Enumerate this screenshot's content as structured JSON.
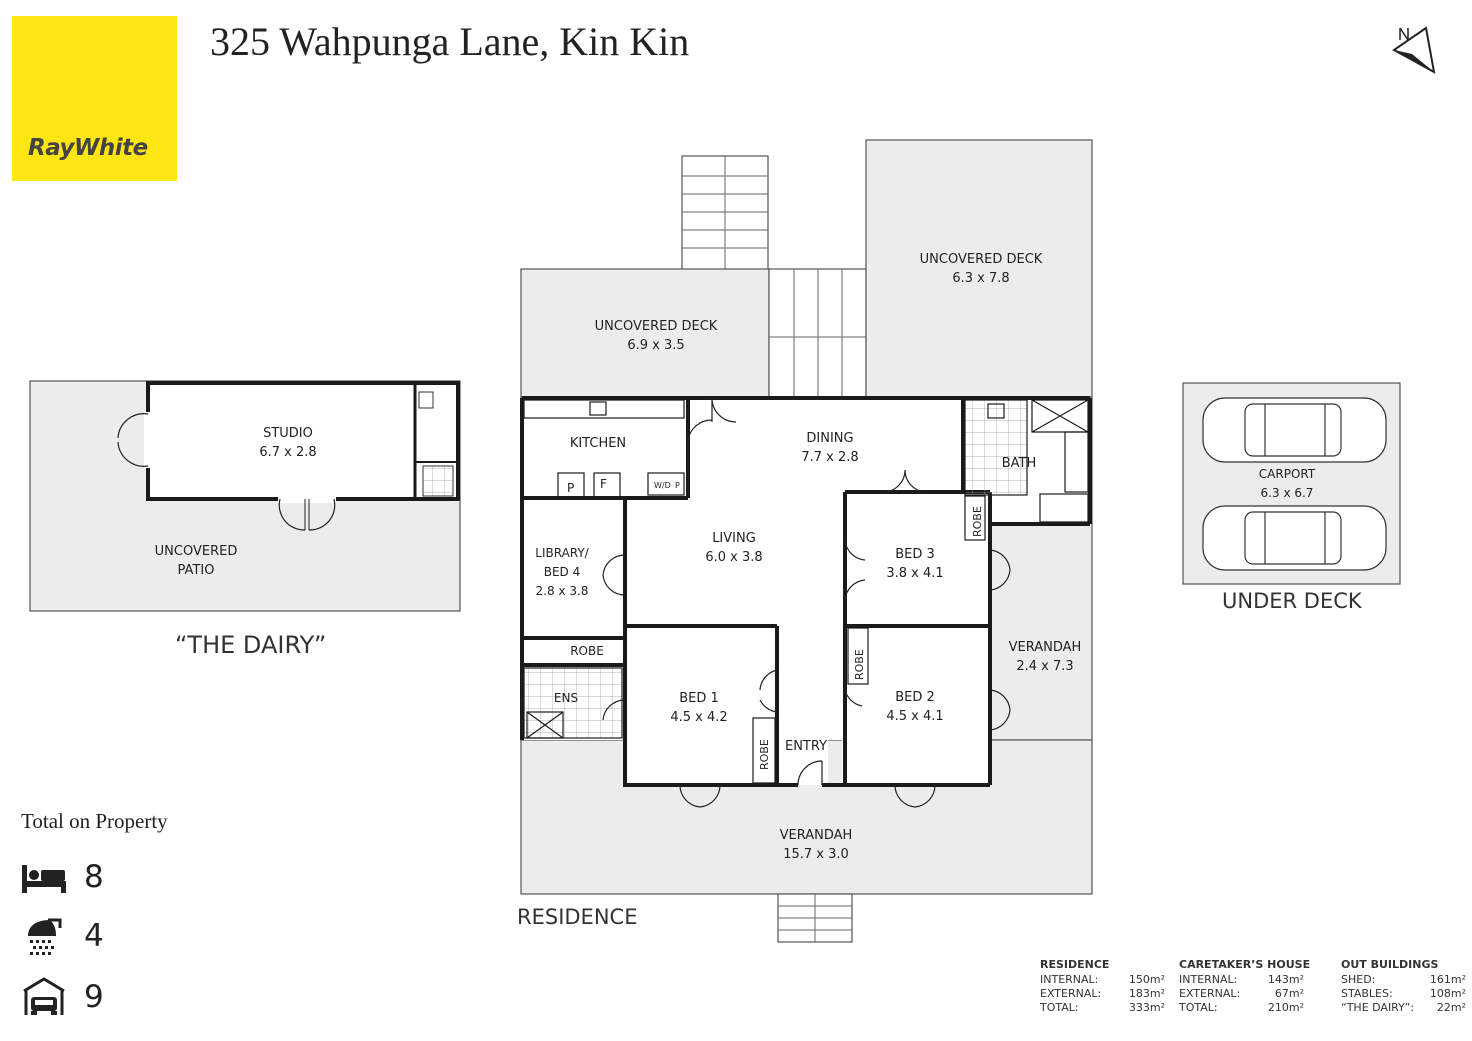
{
  "header": {
    "brand": "RayWhite",
    "address": "325 Wahpunga Lane, Kin Kin"
  },
  "dairy": {
    "rooms": [
      {
        "key": "studio",
        "lines": [
          "STUDIO",
          "6.7 x 2.8"
        ]
      },
      {
        "key": "patio",
        "lines": [
          "UNCOVERED",
          "PATIO"
        ]
      }
    ],
    "label": "“THE DAIRY”"
  },
  "residence": {
    "label": "RESIDENCE",
    "rooms": [
      {
        "key": "deck-left",
        "lines": [
          "UNCOVERED DECK",
          "6.9 x 3.5"
        ]
      },
      {
        "key": "deck-right",
        "lines": [
          "UNCOVERED DECK",
          "6.3 x 7.8"
        ]
      },
      {
        "key": "kitchen",
        "lines": [
          "KITCHEN"
        ]
      },
      {
        "key": "dining",
        "lines": [
          "DINING",
          "7.7 x 2.8"
        ]
      },
      {
        "key": "bath",
        "lines": [
          "BATH"
        ]
      },
      {
        "key": "living",
        "lines": [
          "LIVING",
          "6.0 x 3.8"
        ]
      },
      {
        "key": "library",
        "lines": [
          "LIBRARY/",
          "BED 4",
          "2.8 x 3.8"
        ]
      },
      {
        "key": "bed3",
        "lines": [
          "BED 3",
          "3.8 x 4.1"
        ]
      },
      {
        "key": "verandah-side",
        "lines": [
          "VERANDAH",
          "2.4 x 7.3"
        ]
      },
      {
        "key": "bed1",
        "lines": [
          "BED 1",
          "4.5 x 4.2"
        ]
      },
      {
        "key": "bed2",
        "lines": [
          "BED 2",
          "4.5 x 4.1"
        ]
      },
      {
        "key": "entry",
        "lines": [
          "ENTRY"
        ]
      },
      {
        "key": "verandah-front",
        "lines": [
          "VERANDAH",
          "15.7 x 3.0"
        ]
      },
      {
        "key": "ens",
        "lines": [
          "ENS"
        ]
      },
      {
        "key": "robe-lib",
        "lines": [
          "ROBE"
        ]
      }
    ],
    "fixtures": {
      "pantry": "P",
      "fridge": "F",
      "wd": "W/D",
      "wd_p": "P",
      "robe": "ROBE"
    }
  },
  "carport": {
    "lines": [
      "CARPORT",
      "6.3 x 6.7"
    ],
    "label": "UNDER DECK"
  },
  "totals": {
    "title": "Total on Property",
    "bedrooms": "8",
    "bathrooms": "4",
    "parking": "9",
    "icons": [
      "bed-icon",
      "shower-icon",
      "garage-icon"
    ]
  },
  "areas": [
    {
      "heading": "RESIDENCE",
      "rows": [
        [
          "INTERNAL:",
          "150m²"
        ],
        [
          "EXTERNAL:",
          "183m²"
        ],
        [
          "TOTAL:",
          "333m²"
        ]
      ]
    },
    {
      "heading": "CARETAKER’S HOUSE",
      "rows": [
        [
          "INTERNAL:",
          "143m²"
        ],
        [
          "EXTERNAL:",
          "67m²"
        ],
        [
          "TOTAL:",
          "210m²"
        ]
      ]
    },
    {
      "heading": "OUT BUILDINGS",
      "rows": [
        [
          "SHED:",
          "161m²"
        ],
        [
          "STABLES:",
          "108m²"
        ],
        [
          "“THE DAIRY”:",
          "22m²"
        ]
      ]
    }
  ],
  "colors": {
    "brand_yellow": "#ffe512",
    "deck_fill": "#ececec",
    "wall": "#1a1a1a"
  }
}
